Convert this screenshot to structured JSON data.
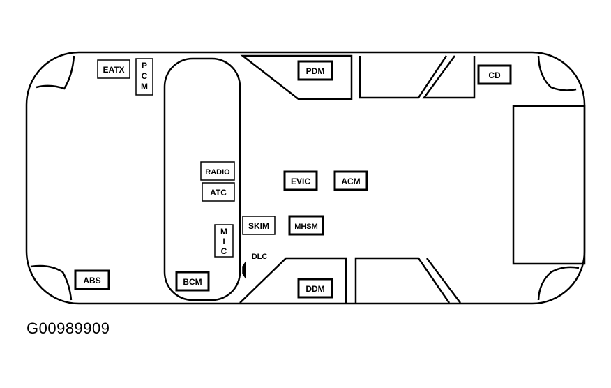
{
  "figure_id": "G00989909",
  "modules": {
    "eatx": "EATX",
    "pcm": [
      "P",
      "C",
      "M"
    ],
    "pdm": "PDM",
    "cd": "CD",
    "radio": "RADIO",
    "atc": "ATC",
    "evic": "EVIC",
    "acm": "ACM",
    "skim": "SKIM",
    "mhsm": "MHSM",
    "mic": [
      "M",
      "I",
      "C"
    ],
    "dlc": "DLC",
    "abs": "ABS",
    "bcm": "BCM",
    "ddm": "DDM"
  }
}
